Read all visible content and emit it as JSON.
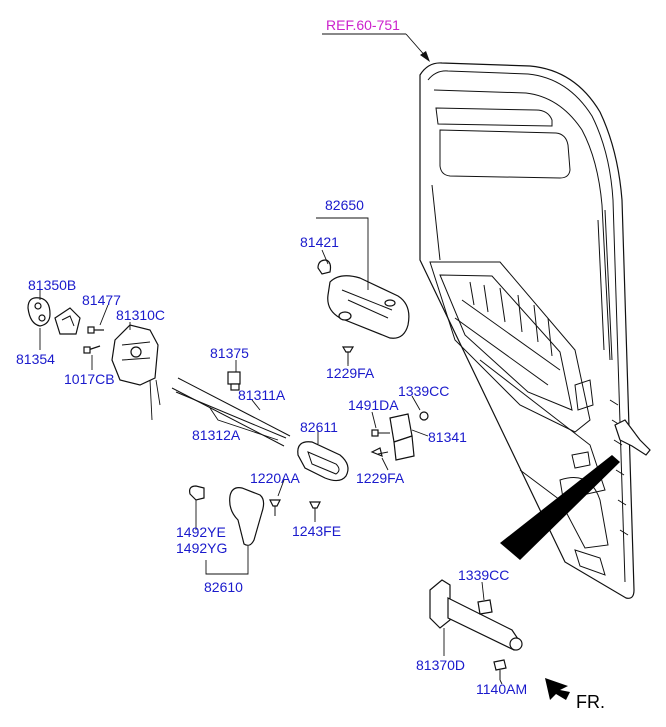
{
  "reference": "REF.60-751",
  "direction": "FR.",
  "parts": {
    "p82650": "82650",
    "p81421": "81421",
    "p81350B": "81350B",
    "p81477": "81477",
    "p81310C": "81310C",
    "p81354": "81354",
    "p1017CB": "1017CB",
    "p81375": "81375",
    "p1229FA_top": "1229FA",
    "p1339CC_top": "1339CC",
    "p81311A": "81311A",
    "p1491DA": "1491DA",
    "p81312A": "81312A",
    "p82611": "82611",
    "p81341": "81341",
    "p1229FA_mid": "1229FA",
    "p1220AA": "1220AA",
    "p1243FE": "1243FE",
    "p1492YE": "1492YE",
    "p1492YG": "1492YG",
    "p82610": "82610",
    "p1339CC_bot": "1339CC",
    "p81370D": "81370D",
    "p1140AM": "1140AM"
  }
}
